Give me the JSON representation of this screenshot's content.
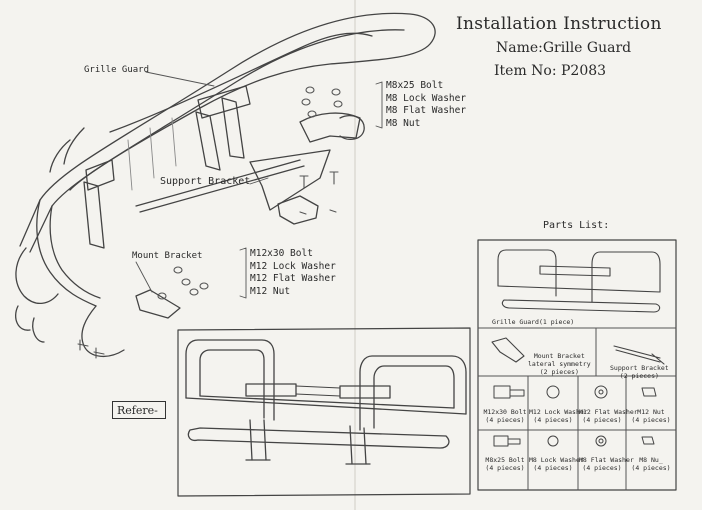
{
  "header": {
    "title": "Installation Instruction",
    "name_line": "Name:Grille Guard",
    "item_line": "Item No: P2083"
  },
  "callouts": {
    "grille_guard": "Grille Guard",
    "support_bracket": "Support Bracket",
    "mount_bracket": "Mount Bracket"
  },
  "hardware_m8": [
    "M8x25 Bolt",
    "M8 Lock Washer",
    "M8 Flat Washer",
    "M8 Nut"
  ],
  "hardware_m12": [
    "M12x30 Bolt",
    "M12 Lock Washer",
    "M12 Flat Washer",
    "M12 Nut"
  ],
  "reference_label": "Refere-",
  "parts_list": {
    "title": "Parts List:",
    "grille_guard": "Grille Guard(1 piece)",
    "mount_bracket": [
      "Mount Bracket",
      "lateral symmetry",
      "(2 pieces)"
    ],
    "support_bracket": [
      "Support Bracket",
      "(2 pieces)"
    ],
    "row1": [
      [
        "M12x30 Bolt",
        "(4 pieces)"
      ],
      [
        "M12 Lock Washer",
        "(4 pieces)"
      ],
      [
        "M12 Flat Washer",
        "(4 pieces)"
      ],
      [
        "M12 Nut",
        "(4 pieces)"
      ]
    ],
    "row2": [
      [
        "M8x25 Bolt",
        "(4 pieces)"
      ],
      [
        "M8 Lock Washer",
        "(4 pieces)"
      ],
      [
        "M8 Flat Washer",
        "(4 pieces)"
      ],
      [
        "M8 Nu_",
        "(4 pieces)"
      ]
    ]
  }
}
